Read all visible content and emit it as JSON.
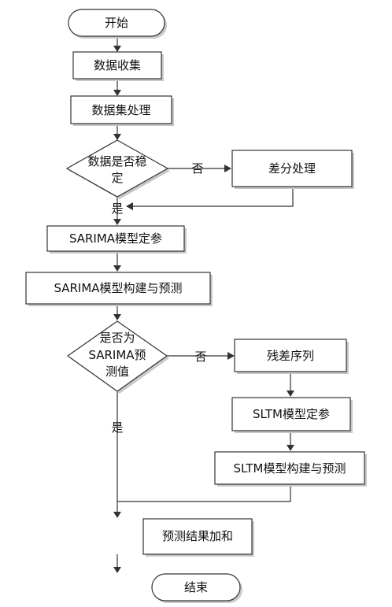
{
  "nodes": {
    "start": "开始",
    "collect": "数据收集",
    "process": "数据集处理",
    "stable_q": [
      "数据是否稳",
      "定"
    ],
    "diff": "差分处理",
    "sarima_param": "SARIMA模型定参",
    "sarima_build": "SARIMA模型构建与预测",
    "pred_q": [
      "是否为",
      "SARIMA预",
      "测值"
    ],
    "residual": "残差序列",
    "sltm_param": "SLTM模型定参",
    "sltm_build": "SLTM模型构建与预测",
    "sum": "预测结果加和",
    "end": "结束"
  },
  "edges": {
    "no1": "否",
    "yes1": "是",
    "no2": "否",
    "yes2": "是"
  },
  "colors": {
    "stroke": "#333333",
    "fill": "#ffffff",
    "shadow": "#c8c8c8",
    "text": "#111111"
  }
}
